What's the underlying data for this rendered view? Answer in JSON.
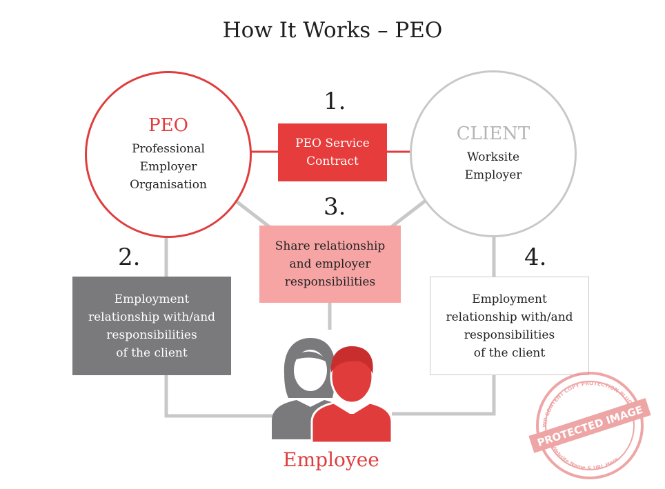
{
  "title": "How It Works – PEO",
  "peo": {
    "heading": "PEO",
    "subtitle": "Professional\nEmployer\nOrganisation"
  },
  "client": {
    "heading": "CLIENT",
    "subtitle": "Worksite\nEmployer"
  },
  "steps": {
    "one": "1.",
    "two": "2.",
    "three": "3.",
    "four": "4."
  },
  "boxes": {
    "contract": "PEO Service\nContract",
    "share": "Share relationship\nand employer\nresponsibilities",
    "left": "Employment\nrelationship with/and\nresponsibilities\nof the client",
    "right": "Employment\nrelationship with/and\nresponsibilities\nof the client"
  },
  "employee": {
    "label": "Employee",
    "icon": "two-people-icon"
  },
  "watermark": {
    "main": "PROTECTED IMAGE",
    "top_arc": "WP CONTENT COPY PROTECTION PLUGIN",
    "bottom_arc": "My Website Name & URL Here"
  },
  "colors": {
    "red": "#e03c3c",
    "pink": "#f6a4a4",
    "gray": "#7a7a7c",
    "light_gray": "#c8c8c8"
  }
}
